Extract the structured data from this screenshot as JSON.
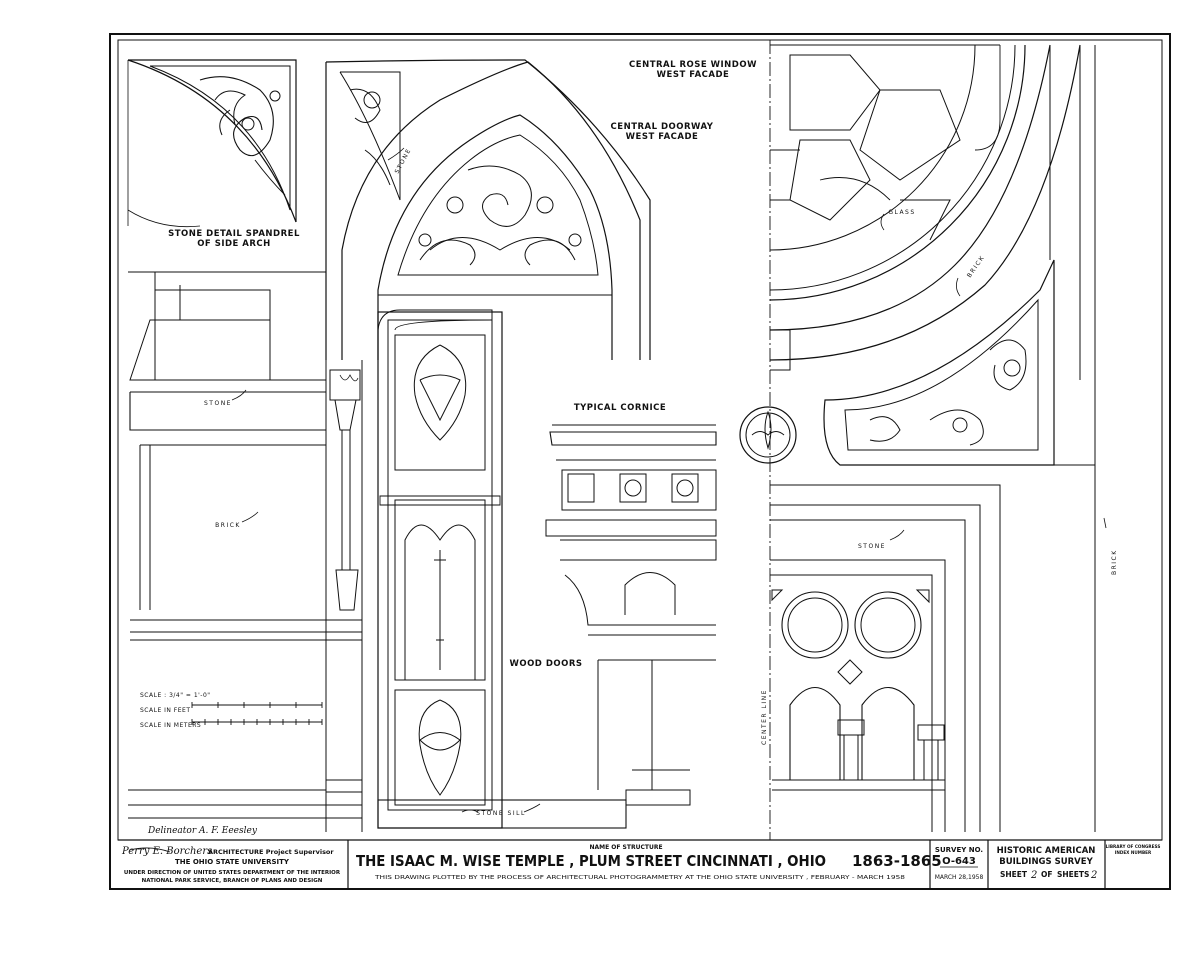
{
  "labels": {
    "rose_window_1": "CENTRAL ROSE WINDOW",
    "rose_window_2": "WEST FACADE",
    "doorway_1": "CENTRAL DOORWAY",
    "doorway_2": "WEST FACADE",
    "spandrel_1": "STONE DETAIL SPANDREL",
    "spandrel_2": "OF SIDE ARCH",
    "typical_cornice": "TYPICAL CORNICE",
    "wood_doors": "WOOD DOORS"
  },
  "materials": {
    "stone_arch": "STONE",
    "stone_left": "STONE",
    "brick_left": "BRICK",
    "glass": "GLASS",
    "brick_arc": "BRICK",
    "stone_right": "STONE",
    "brick_right": "BRICK",
    "stone_sill": "STONE SILL",
    "center_line": "CENTER LINE"
  },
  "scale": {
    "ratio": "SCALE : 3/4\" = 1'-0\"",
    "feet": "SCALE IN FEET",
    "meters": "SCALE IN METERS"
  },
  "delineator": "Delineator  A. F. Eeesley",
  "title_block": {
    "supervisor_sig": "Perry E. Borchers",
    "supervisor_title": "ARCHITECTURE Project Supervisor",
    "university": "THE OHIO STATE UNIVERSITY",
    "direction_1": "UNDER DIRECTION OF UNITED STATES DEPARTMENT OF THE INTERIOR",
    "direction_2": "NATIONAL PARK SERVICE, BRANCH OF PLANS AND DESIGN",
    "name_caption": "NAME OF STRUCTURE",
    "structure_name": "THE ISAAC M. WISE TEMPLE , PLUM  STREET  CINCINNATI , OHIO",
    "years": "1863-1865",
    "process_note": "THIS DRAWING PLOTTED BY THE PROCESS OF ARCHITECTURAL PHOTOGRAMMETRY AT THE OHIO STATE UNIVERSITY , FEBRUARY - MARCH 1958",
    "survey_caption": "SURVEY NO.",
    "survey_no": "O-643",
    "survey_date": "MARCH 28,1958",
    "habs_1": "HISTORIC AMERICAN",
    "habs_2": "BUILDINGS SURVEY",
    "sheet_label": "SHEET",
    "sheet_no": "2",
    "of_label": "OF",
    "sheets_label": "SHEETS",
    "sheets_total": "2",
    "loc_1": "LIBRARY OF CONGRESS",
    "loc_2": "INDEX NUMBER"
  }
}
